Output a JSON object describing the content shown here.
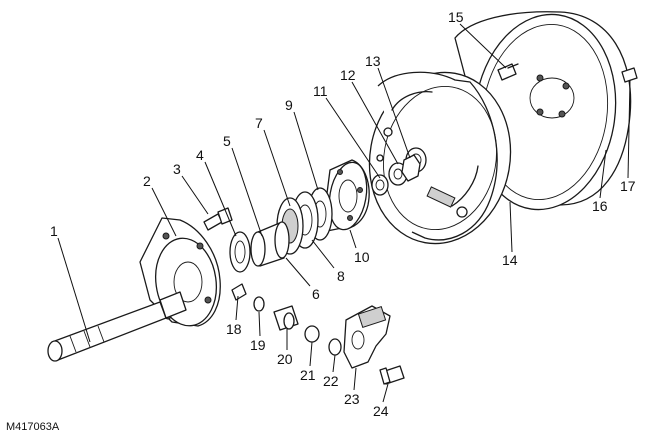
{
  "figure_id": "M417063A",
  "callouts": [
    {
      "id": "c1",
      "text": "1"
    },
    {
      "id": "c2",
      "text": "2"
    },
    {
      "id": "c3",
      "text": "3"
    },
    {
      "id": "c4",
      "text": "4"
    },
    {
      "id": "c5",
      "text": "5"
    },
    {
      "id": "c6",
      "text": "6"
    },
    {
      "id": "c7",
      "text": "7"
    },
    {
      "id": "c8",
      "text": "8"
    },
    {
      "id": "c9",
      "text": "9"
    },
    {
      "id": "c10",
      "text": "10"
    },
    {
      "id": "c11",
      "text": "11"
    },
    {
      "id": "c12",
      "text": "12"
    },
    {
      "id": "c13",
      "text": "13"
    },
    {
      "id": "c14",
      "text": "14"
    },
    {
      "id": "c15",
      "text": "15"
    },
    {
      "id": "c16",
      "text": "16"
    },
    {
      "id": "c17",
      "text": "17"
    },
    {
      "id": "c18",
      "text": "18"
    },
    {
      "id": "c19",
      "text": "19"
    },
    {
      "id": "c20",
      "text": "20"
    },
    {
      "id": "c21",
      "text": "21"
    },
    {
      "id": "c22",
      "text": "22"
    },
    {
      "id": "c23",
      "text": "23"
    },
    {
      "id": "c24",
      "text": "24"
    }
  ]
}
